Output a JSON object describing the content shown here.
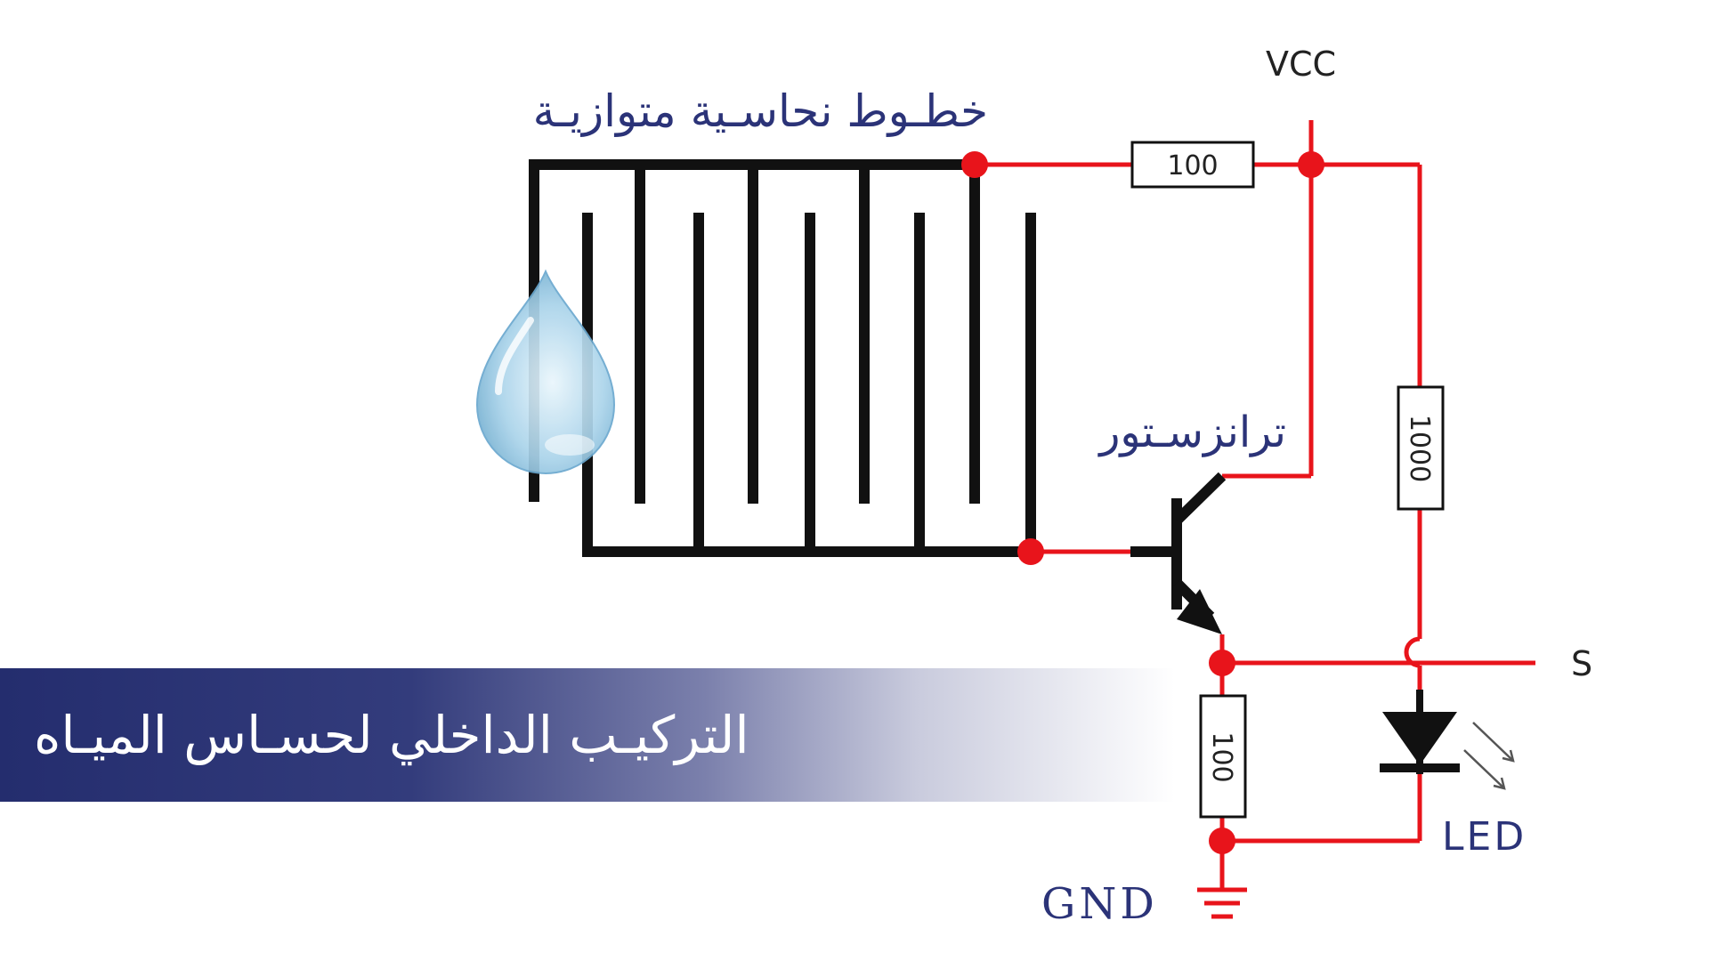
{
  "title": "التركيـب الداخلي لحسـاس الميـاه",
  "labels": {
    "copper_lines": "خطـوط نحاسـية متوازيـة",
    "transistor": "ترانزسـتور",
    "vcc": "VCC",
    "gnd": "GND",
    "signal": "S",
    "led": "LED"
  },
  "components": {
    "r_top": "100",
    "r_right": "1000",
    "r_bottom": "100"
  },
  "colors": {
    "wire": "#e8141b",
    "trace": "#111111",
    "banner": "#2a3172",
    "text_navy": "#2b3378"
  },
  "icons": [
    "water-drop-icon",
    "transistor-symbol",
    "led-diode-symbol",
    "ground-symbol",
    "resistor-symbol"
  ]
}
